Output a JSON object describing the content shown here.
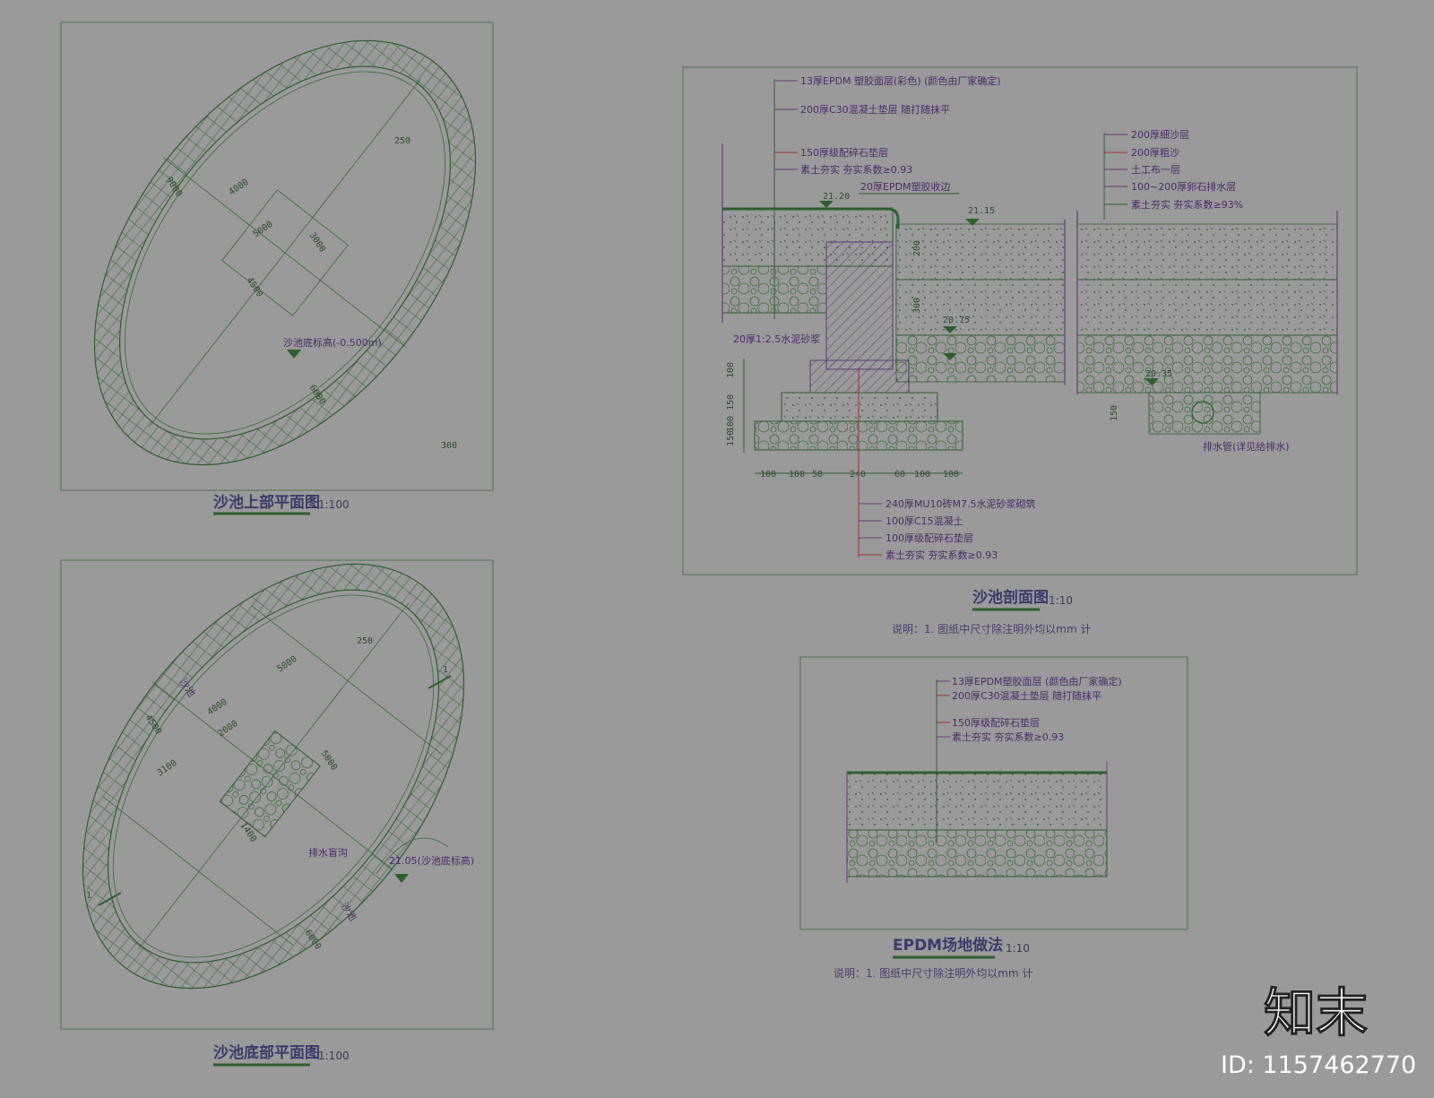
{
  "plans": {
    "top": {
      "title": "沙池上部平面图",
      "scale": "1:100",
      "dims": [
        "9000",
        "4000",
        "5000",
        "3000",
        "4500",
        "6000",
        "250",
        "300"
      ],
      "note": "沙池底标高(-0.500m)"
    },
    "bottom": {
      "title": "沙池底部平面图",
      "scale": "1:100",
      "section_mark": "1",
      "dims": [
        "4500",
        "4000",
        "5000",
        "2000",
        "3100",
        "1400",
        "6000",
        "5000",
        "250"
      ],
      "labels": [
        "沙池",
        "沙池",
        "排水盲沟",
        "21.05(沙池底标高)"
      ]
    }
  },
  "section": {
    "title": "沙池剖面图",
    "scale": "1:10",
    "note": "说明：1. 图纸中尺寸除注明外均以mm 计",
    "left_layers": [
      "13厚EPDM 塑胶面层(彩色) (颜色由厂家确定)",
      "200厚C30混凝土垫层 随打随抹平",
      "150厚级配碎石垫层",
      "素土夯实 夯实系数≥0.93"
    ],
    "callout": "20厚EPDM塑胶收边",
    "right_layers": [
      "200厚细沙层",
      "200厚粗沙",
      "土工布一层",
      "100~200厚卵石排水层",
      "素土夯实 夯实系数≥93%"
    ],
    "bottom_layers": [
      "240厚MU10砖M7.5水泥砂浆砌筑",
      "100厚C15混凝土",
      "100厚级配碎石垫层",
      "素土夯实 夯实系数≥0.93"
    ],
    "levels": [
      "21.20",
      "21.15",
      "20.75",
      "20.35"
    ],
    "bottom_dims": [
      "100",
      "100",
      "50",
      "240",
      "60",
      "100",
      "100"
    ],
    "left_dims": [
      "100",
      "150",
      "100",
      "150"
    ],
    "mid_dims": [
      "200",
      "300",
      "150"
    ],
    "pipe_label": "排水管(详见给排水)",
    "mortar": "20厚1:2.5水泥砂浆"
  },
  "epdm": {
    "title": "EPDM场地做法",
    "scale": "1:10",
    "note": "说明：1. 图纸中尺寸除注明外均以mm 计",
    "layers": [
      "13厚EPDM塑胶面层 (颜色由厂家确定)",
      "200厚C30混凝土垫层 随打随抹平",
      "150厚级配碎石垫层",
      "素土夯实 夯实系数≥0.93"
    ]
  },
  "watermark": {
    "brand": "知末",
    "id": "ID: 1157462770"
  }
}
